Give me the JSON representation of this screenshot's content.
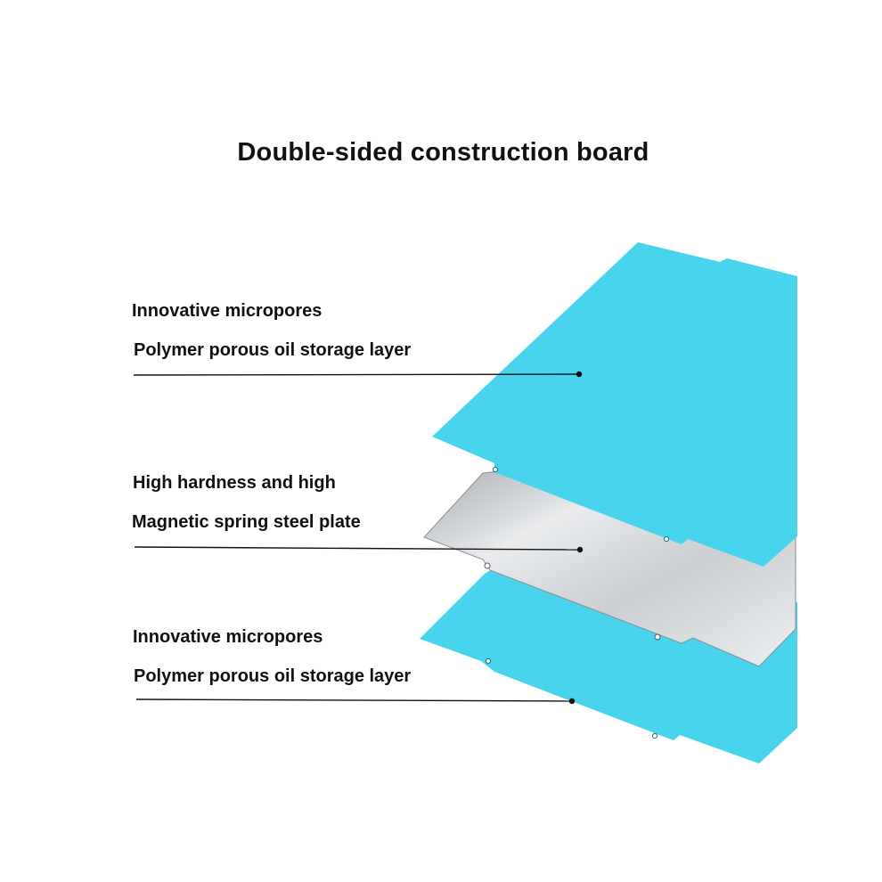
{
  "title": "Double-sided construction board",
  "layers": [
    {
      "line1": "Innovative micropores",
      "line2": "Polymer porous oil storage layer",
      "color": "#47d4ec"
    },
    {
      "line1": "High hardness and high",
      "line2": "Magnetic spring steel plate",
      "color": "#cfd3d6"
    },
    {
      "line1": "Innovative micropores",
      "line2": "Polymer porous oil storage layer",
      "color": "#47d4ec"
    }
  ]
}
